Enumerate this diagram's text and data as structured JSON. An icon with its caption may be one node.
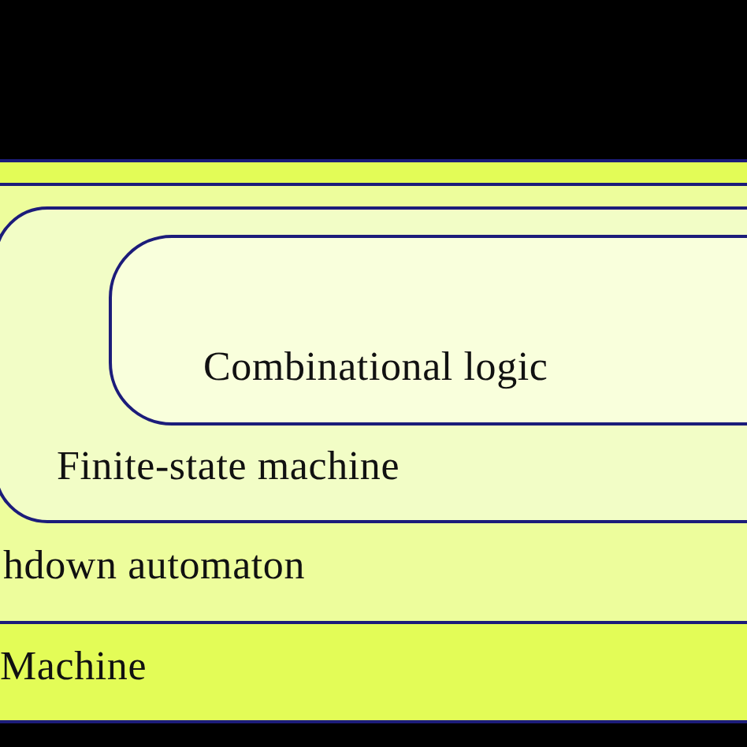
{
  "diagram": {
    "nodes": [
      {
        "text": [
          "Machine"
        ]
      },
      {
        "text": [
          "hdown automaton"
        ],
        "in": 0
      },
      {
        "text": [
          "Finite-state machine"
        ],
        "in": 1
      },
      {
        "text": [
          "Combinational logic"
        ],
        "in": 2
      }
    ]
  }
}
